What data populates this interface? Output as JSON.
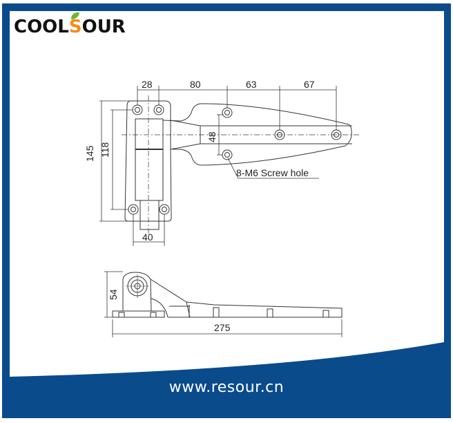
{
  "brand": {
    "logo_text_left": "COOL",
    "logo_text_accent": "S",
    "logo_text_right": "OUR",
    "colors": {
      "frame": "#0a4b8c",
      "accent_orange": "#f28c1b",
      "leaf_green": "#6ab82e",
      "text": "#111111"
    }
  },
  "drawing": {
    "top_view": {
      "dimensions": {
        "w_hole_pitch": "28",
        "d1": "80",
        "d2": "63",
        "d3": "67",
        "height_overall": "145",
        "height_holes": "118",
        "strap_hole_spacing": "48",
        "bottom_width": "40"
      },
      "callout": "8-M6 Screw hole"
    },
    "side_view": {
      "dimensions": {
        "height": "54",
        "length": "275"
      }
    }
  },
  "footer": {
    "url": "www.resour.cn"
  }
}
